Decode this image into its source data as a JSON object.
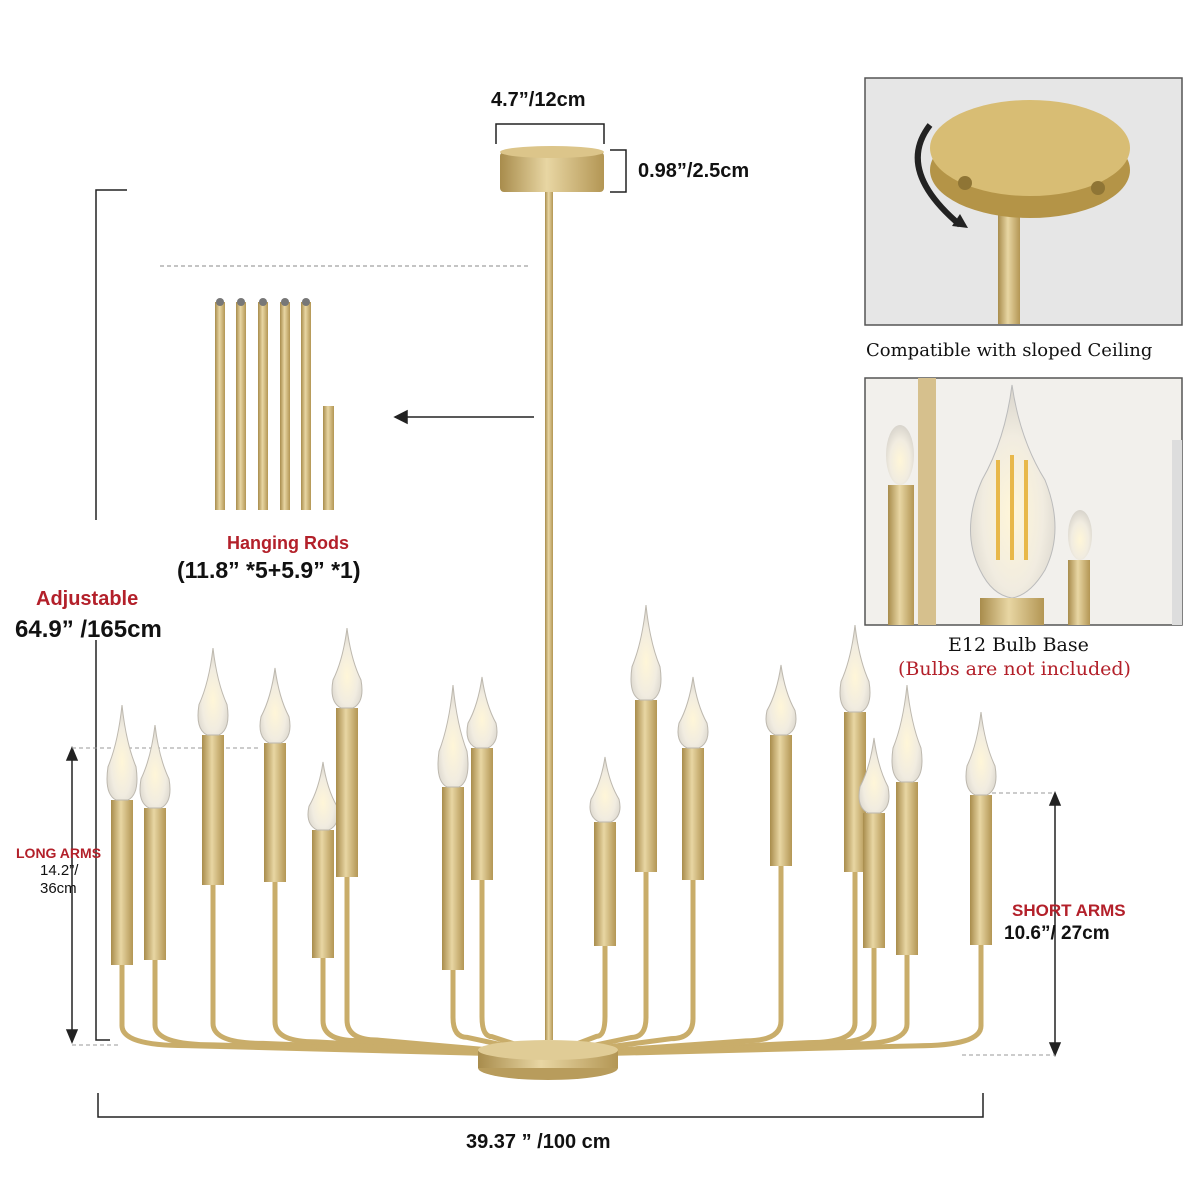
{
  "canopy": {
    "width_label": "4.7”/12cm",
    "height_label": "0.98”/2.5cm"
  },
  "hanging_rods": {
    "title": "Hanging Rods",
    "spec": "(11.8”  *5+5.9”  *1)"
  },
  "adjustable": {
    "title": "Adjustable",
    "value": "64.9”  /165cm"
  },
  "long_arms": {
    "title": "LONG ARMS",
    "value_line1": "14.2”/",
    "value_line2": "36cm"
  },
  "short_arms": {
    "title": "SHORT ARMS",
    "value": "10.6”/ 27cm"
  },
  "width": {
    "value": "39.37 ” /100 cm"
  },
  "insets": [
    {
      "caption": "Compatible with sloped Ceiling"
    },
    {
      "caption": "E12 Bulb Base",
      "note": "(Bulbs are not included)"
    }
  ],
  "colors": {
    "gold": "#c9ad6a",
    "red": "#b3202a",
    "inset_bg": "#e6e6e6"
  }
}
